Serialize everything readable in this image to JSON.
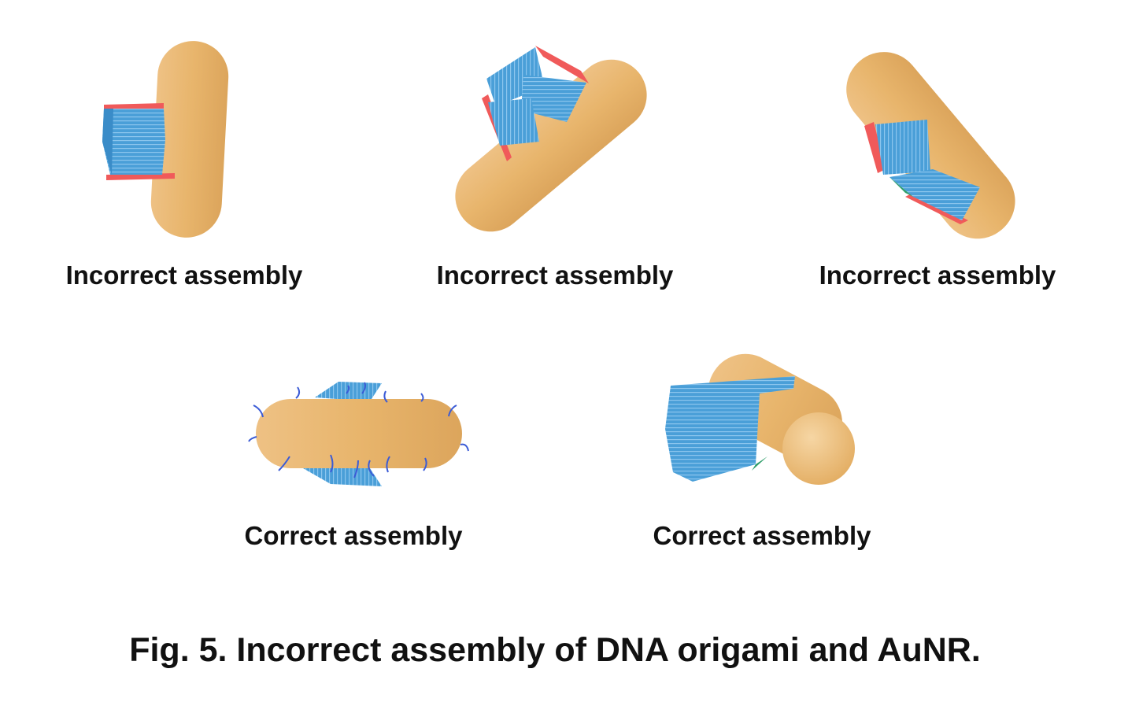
{
  "panels": [
    {
      "label": "Incorrect assembly"
    },
    {
      "label": "Incorrect assembly"
    },
    {
      "label": "Incorrect assembly"
    },
    {
      "label": "Correct assembly"
    },
    {
      "label": "Correct assembly"
    }
  ],
  "caption": "Fig. 5. Incorrect assembly of DNA origami and AuNR.",
  "colors": {
    "rod": "#e8b56c",
    "origami": "#4a9fd8",
    "plate": "#f05a5a",
    "strand": "#3b5bd6"
  }
}
